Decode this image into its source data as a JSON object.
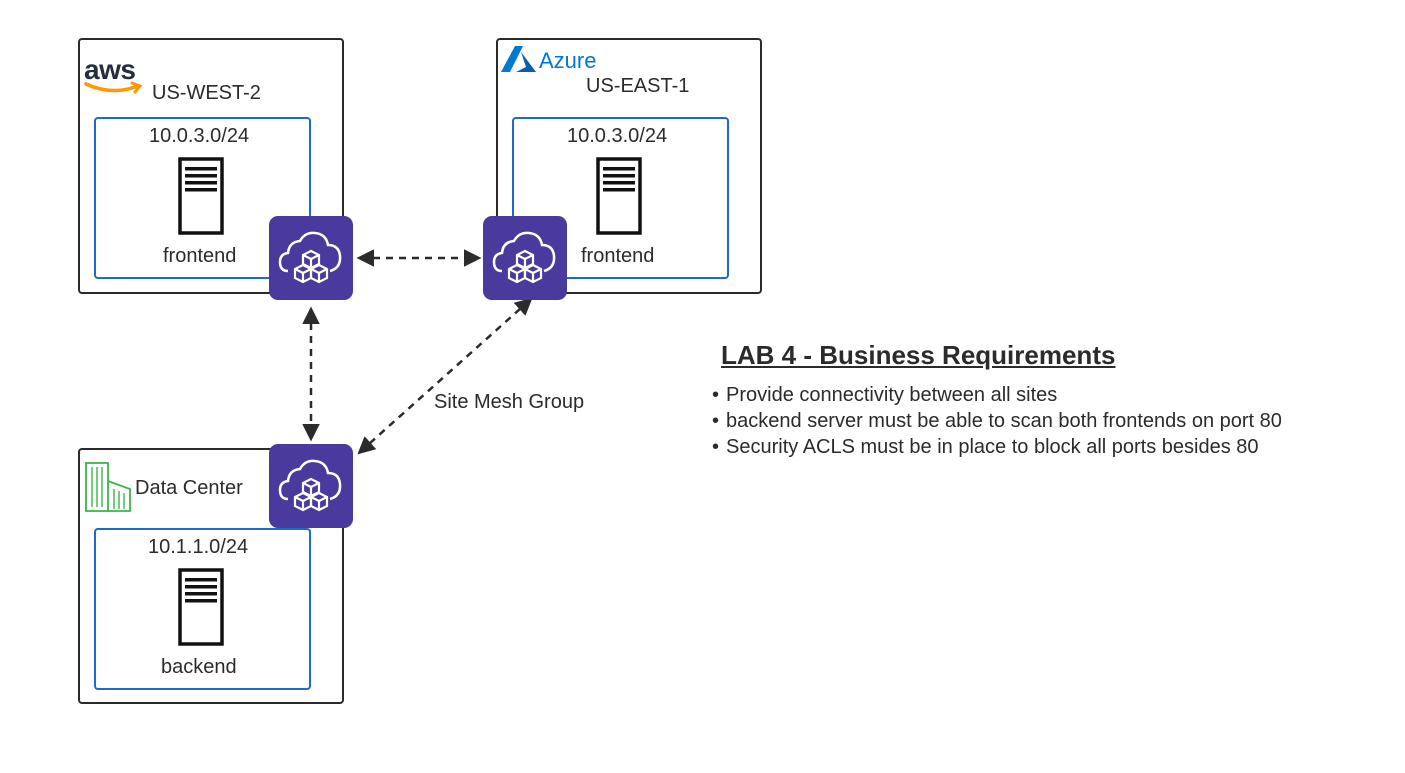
{
  "diagram": {
    "aws": {
      "logo": "aws",
      "region": "US-WEST-2",
      "subnet": "10.0.3.0/24",
      "server": "frontend"
    },
    "azure": {
      "logo": "Azure",
      "region": "US-EAST-1",
      "subnet": "10.0.3.0/24",
      "server": "frontend"
    },
    "datacenter": {
      "region": "Data Center",
      "subnet": "10.1.1.0/24",
      "server": "backend"
    },
    "mesh_label": "Site Mesh Group",
    "colors": {
      "node_purple": "#4a3a9e",
      "subnet_blue": "#1a6ad0",
      "aws_orange": "#ff9900",
      "azure_blue": "#0078d4",
      "dc_green": "#3cb44b"
    }
  },
  "requirements": {
    "title": "LAB 4 - Business Requirements",
    "items": [
      "Provide connectivity between all sites",
      "backend server must be able to scan both frontends on port 80",
      "Security ACLS must be in place to block all ports besides 80"
    ]
  }
}
